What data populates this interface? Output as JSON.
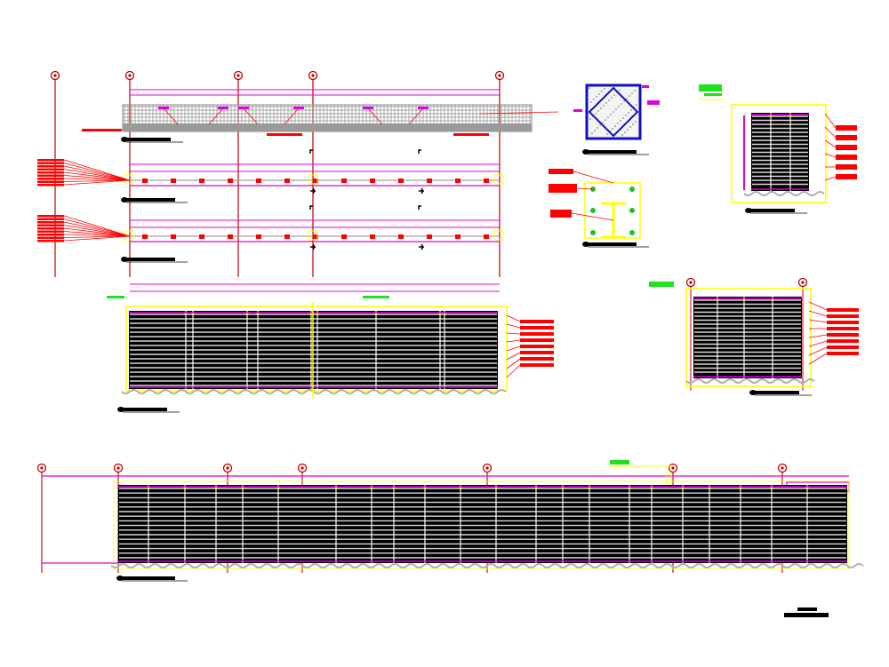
{
  "drawing": {
    "background": "#ffffff",
    "colors": {
      "grid_line": "#c00000",
      "dimension": "#e000e0",
      "annotation": "#ff0000",
      "outline": "#ffff00",
      "panel_fill": "#000000",
      "panel_slat": "#d8d8d8",
      "mesh": "#8a8a8a",
      "column_section": "#1010c0",
      "bolt": "#20c020",
      "section_tag": "#20e020",
      "title_bar": "#000000"
    },
    "views": [
      "grid-top",
      "elevation-mesh-fence",
      "plan-1",
      "plan-2",
      "column-section-detail",
      "base-plate-detail",
      "panel-elevation-right-top",
      "panel-elevation-middle",
      "panel-elevation-right-middle",
      "panel-elevation-long",
      "title-block"
    ]
  }
}
